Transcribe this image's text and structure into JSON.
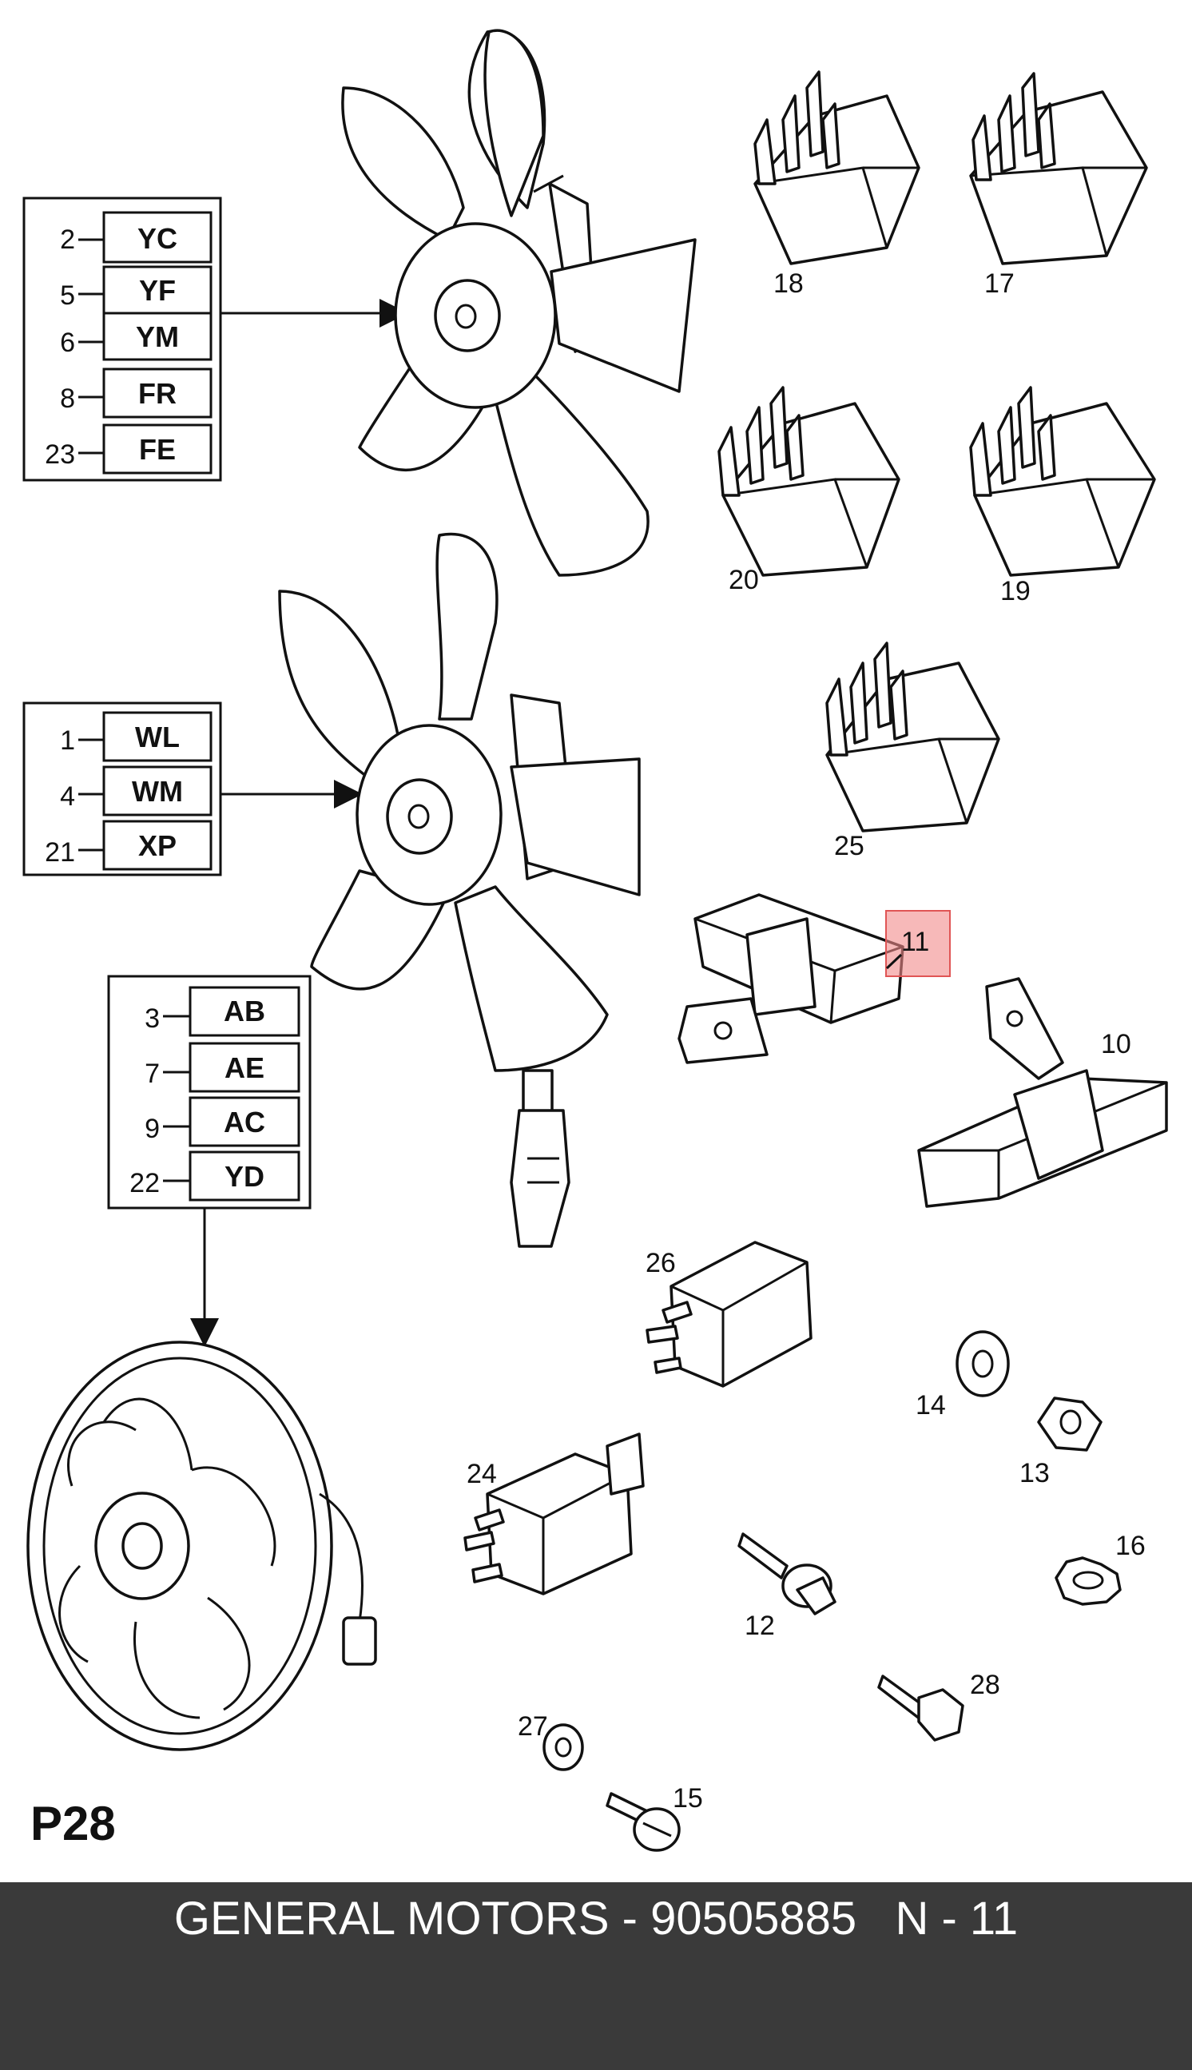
{
  "page_code": "P28",
  "footer": {
    "text": "GENERAL MOTORS - 90505885   N - 11"
  },
  "highlight_color": "#f28b8b",
  "legends": [
    {
      "rows": [
        {
          "num": "2",
          "code": "YC"
        },
        {
          "num": "5",
          "code": "YF"
        },
        {
          "num": "6",
          "code": "YM"
        },
        {
          "num": "8",
          "code": "FR"
        },
        {
          "num": "23",
          "code": "FE"
        }
      ]
    },
    {
      "rows": [
        {
          "num": "1",
          "code": "WL"
        },
        {
          "num": "4",
          "code": "WM"
        },
        {
          "num": "21",
          "code": "XP"
        }
      ]
    },
    {
      "rows": [
        {
          "num": "3",
          "code": "AB"
        },
        {
          "num": "7",
          "code": "AE"
        },
        {
          "num": "9",
          "code": "AC"
        },
        {
          "num": "22",
          "code": "YD"
        }
      ]
    }
  ],
  "parts": {
    "p18": "18",
    "p17": "17",
    "p20": "20",
    "p19": "19",
    "p25": "25",
    "p11": "11",
    "p10": "10",
    "p26": "26",
    "p14": "14",
    "p13": "13",
    "p24": "24",
    "p16": "16",
    "p12": "12",
    "p28": "28",
    "p27": "27",
    "p15": "15"
  }
}
